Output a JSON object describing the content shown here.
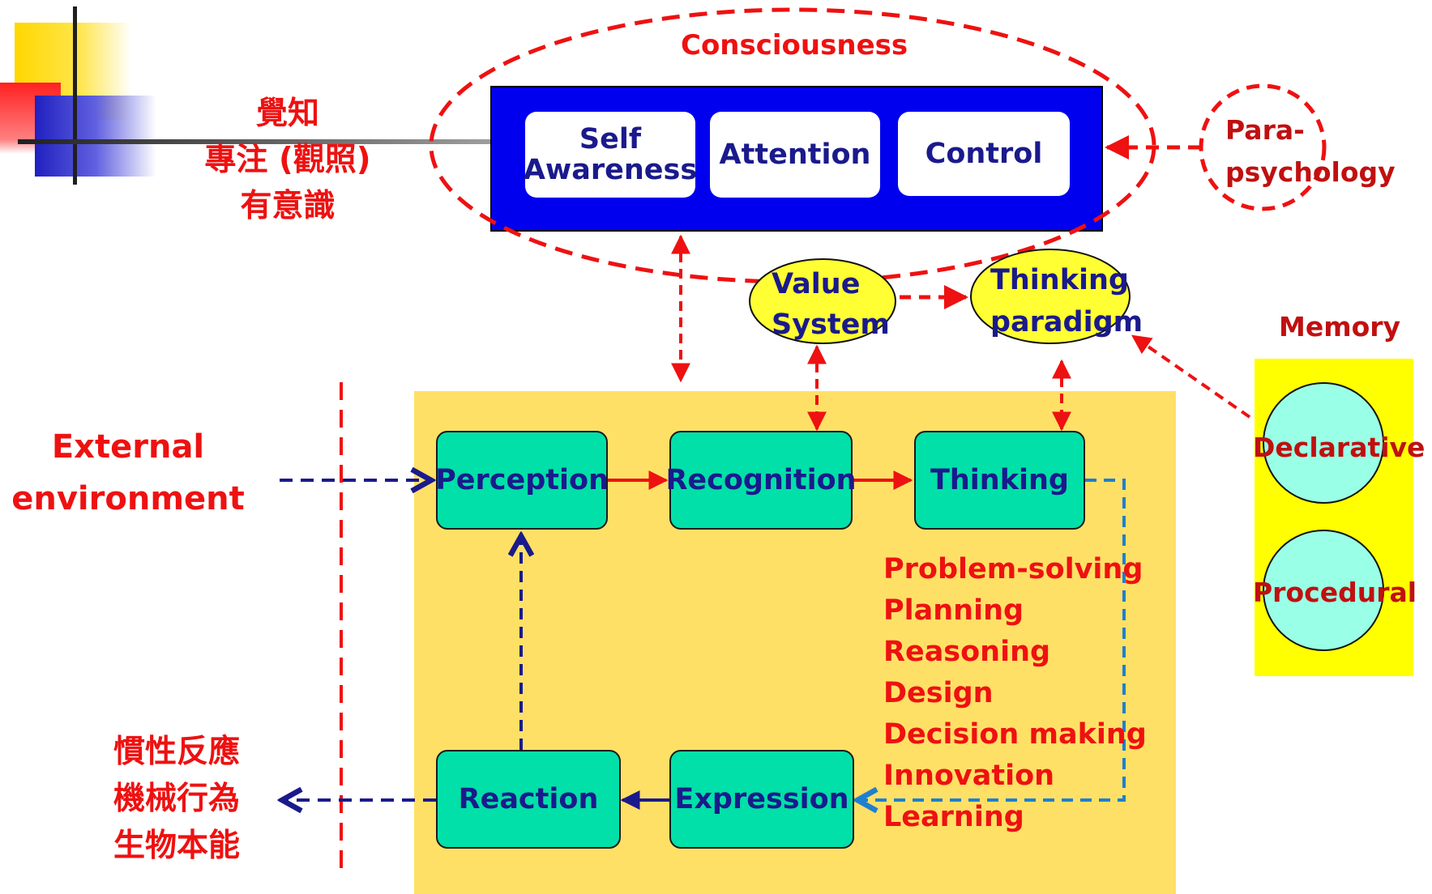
{
  "consciousness": {
    "title": "Consciousness",
    "components": {
      "self_awareness": "Self\nAwareness",
      "attention": "Attention",
      "control": "Control"
    },
    "chinese_label": {
      "line1": "覺知",
      "line2": "專注 (觀照)",
      "line3": "有意識"
    }
  },
  "parapsychology": {
    "label": "Para-\npsychology"
  },
  "value_system": {
    "label": "Value\nSystem"
  },
  "thinking_paradigm": {
    "label": "Thinking\nparadigm"
  },
  "memory": {
    "title": "Memory",
    "declarative": "Declarative",
    "procedural": "Procedural"
  },
  "environment": {
    "label": "External\nenvironment",
    "reaction_output": {
      "line1": "慣性反應",
      "line2": "機械行為",
      "line3": "生物本能"
    }
  },
  "process": {
    "perception": "Perception",
    "recognition": "Recognition",
    "thinking": "Thinking",
    "expression": "Expression",
    "reaction": "Reaction"
  },
  "thinking_modes": [
    "Problem-solving",
    "Planning",
    "Reasoning",
    "Design",
    "Decision making",
    "Innovation",
    "Learning"
  ],
  "colors": {
    "control_box": "#0000ee",
    "process_node": "#00e0a8",
    "process_area": "#ffe066",
    "memory_panel": "#ffff00",
    "ellipse_node": "#ffff33",
    "red": "#ee1111",
    "navy": "#1a1a8c",
    "blue_dashed": "#1f7fd0"
  }
}
